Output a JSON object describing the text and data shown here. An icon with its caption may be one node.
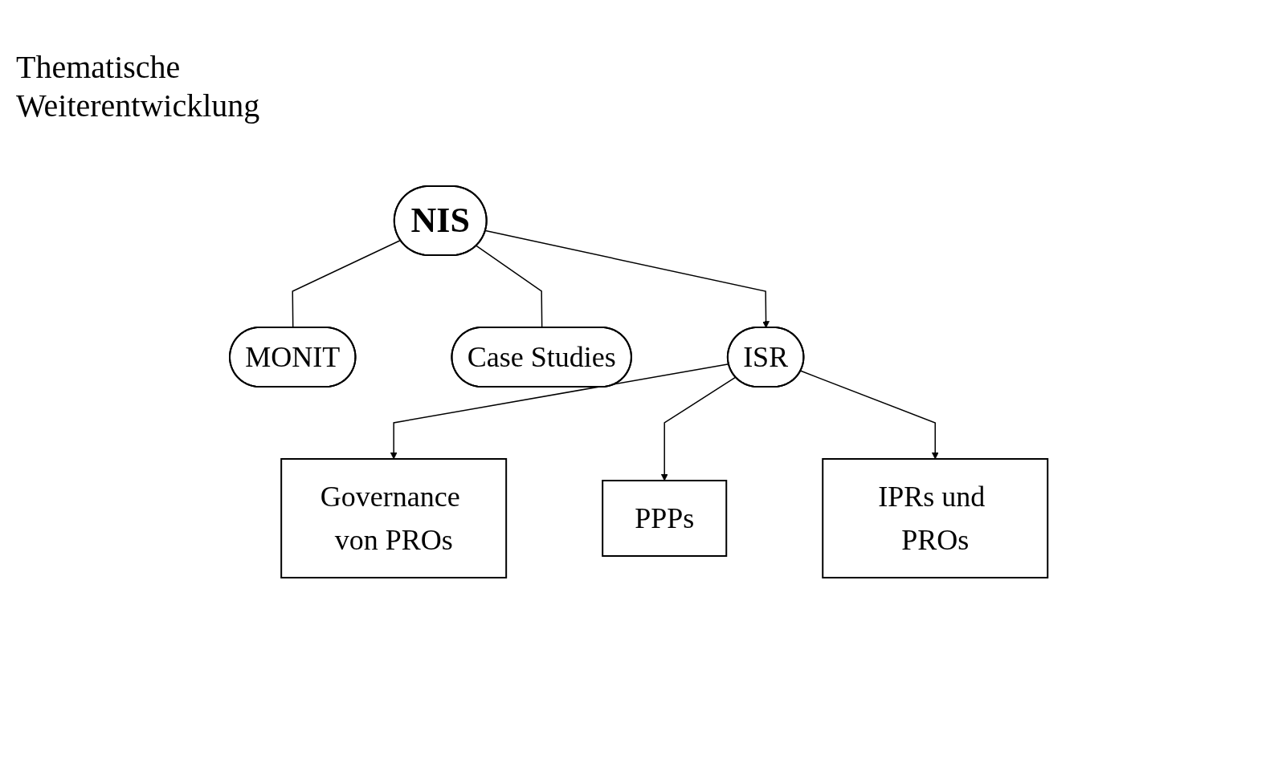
{
  "diagram": {
    "nodes": [
      {
        "text": [
          "NIS"
        ]
      },
      {
        "text": [
          "MONIT"
        ]
      },
      {
        "text": [
          "Case Studies"
        ]
      },
      {
        "text": [
          "ISR"
        ]
      },
      {
        "text": [
          "Governance von PROs"
        ]
      },
      {
        "text": [
          "PPPs"
        ]
      },
      {
        "text": [
          "IPRs und PROs"
        ]
      }
    ],
    "edges": [
      {
        "from": 0,
        "to": 1,
        "arrow": "none"
      },
      {
        "from": 0,
        "to": 2,
        "arrow": "none"
      },
      {
        "from": 0,
        "to": 3,
        "arrow": "to"
      },
      {
        "from": 3,
        "to": 4,
        "arrow": "to"
      },
      {
        "from": 3,
        "to": 5,
        "arrow": "to"
      },
      {
        "from": 3,
        "to": 6,
        "arrow": "to"
      }
    ],
    "labels": [
      "Thematische Weiterentwicklung"
    ]
  }
}
